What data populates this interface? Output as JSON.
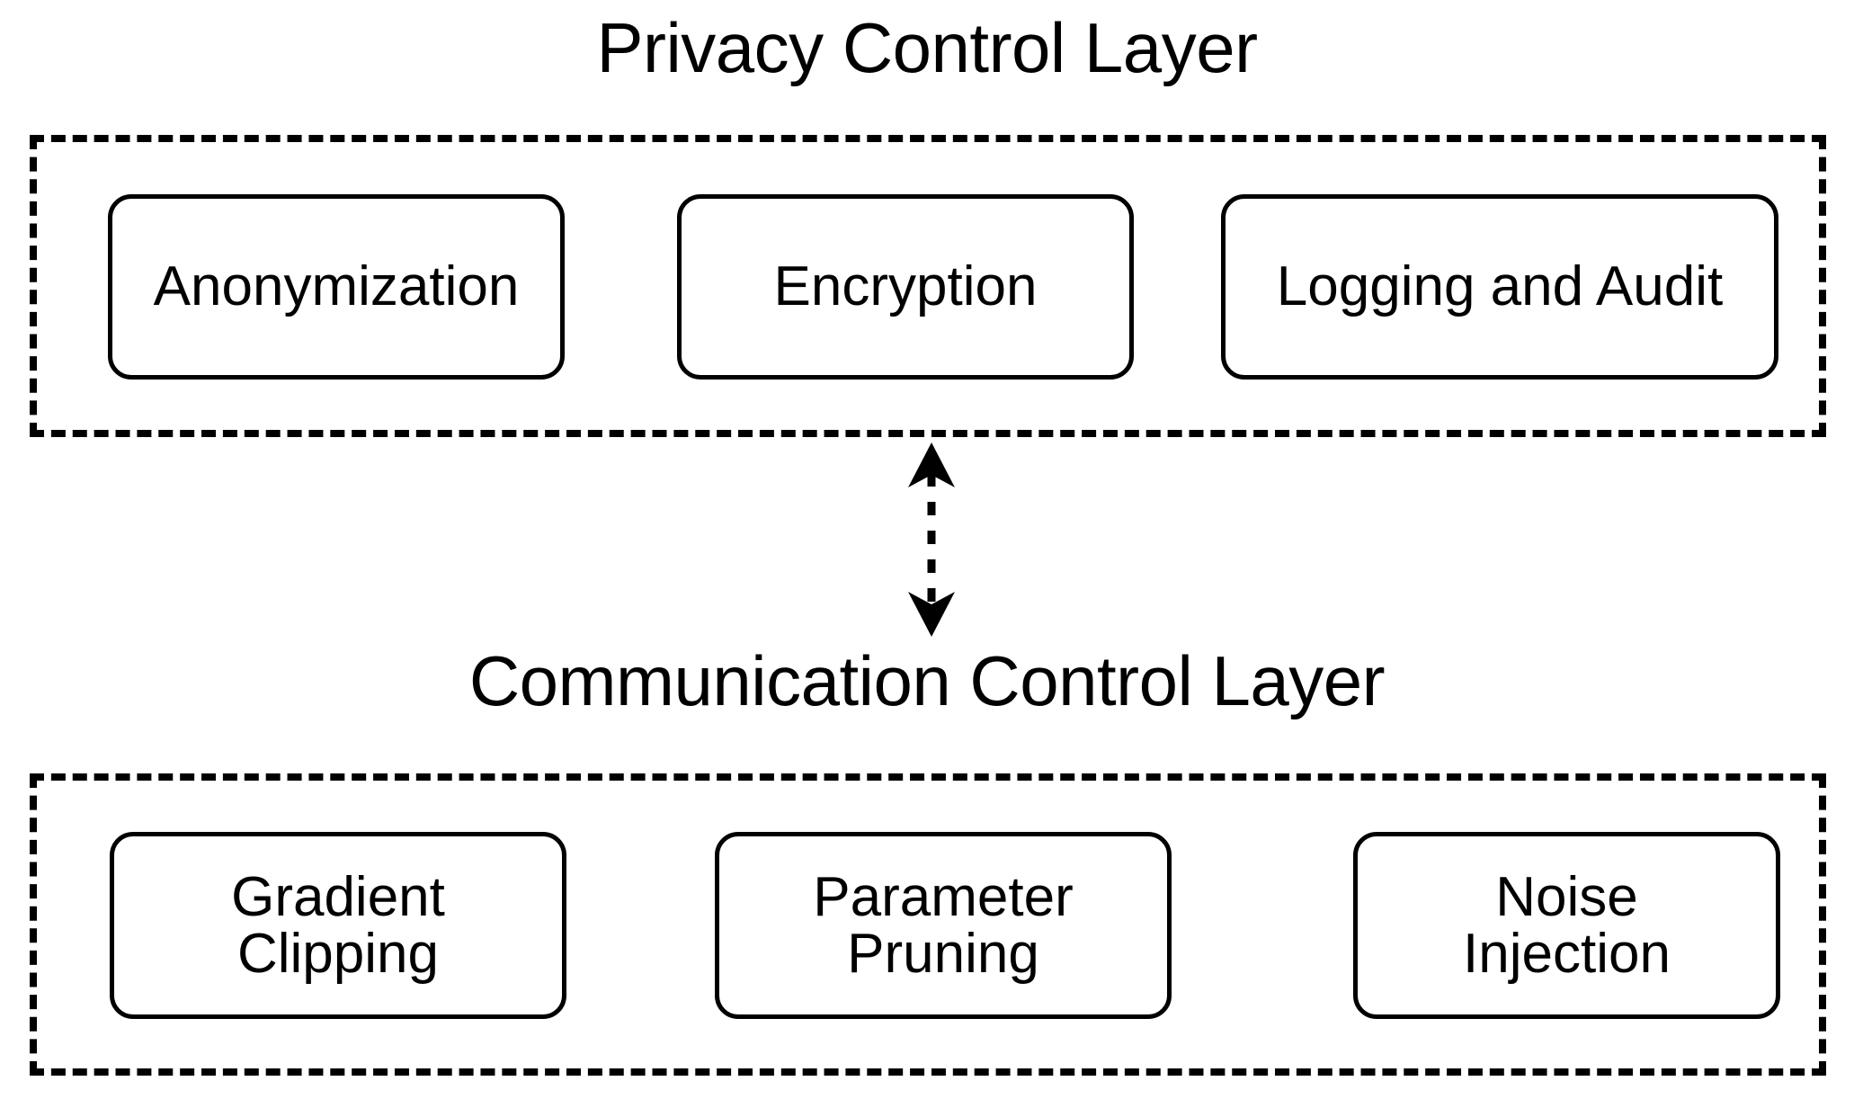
{
  "diagram": {
    "title_privacy": "Privacy Control Layer",
    "title_communication": "Communication Control Layer",
    "colors": {
      "background": "#ffffff",
      "stroke": "#000000",
      "text": "#000000"
    },
    "connector": {
      "name": "bidirectional-dashed-arrow",
      "style": "dashed",
      "arrowheads": "both"
    },
    "layers": [
      {
        "id": "privacy-control-layer",
        "title": "Privacy Control Layer",
        "border_style": "dashed",
        "nodes": [
          {
            "id": "anonymization",
            "label": "Anonymization",
            "lines": [
              "Anonymization"
            ]
          },
          {
            "id": "encryption",
            "label": "Encryption",
            "lines": [
              "Encryption"
            ]
          },
          {
            "id": "logging-and-audit",
            "label": "Logging and Audit",
            "lines": [
              "Logging and Audit"
            ]
          }
        ]
      },
      {
        "id": "communication-control-layer",
        "title": "Communication Control Layer",
        "border_style": "dashed",
        "nodes": [
          {
            "id": "gradient-clipping",
            "label": "Gradient Clipping",
            "lines": [
              "Gradient",
              "Clipping"
            ]
          },
          {
            "id": "parameter-pruning",
            "label": "Parameter Pruning",
            "lines": [
              "Parameter",
              "Pruning"
            ]
          },
          {
            "id": "noise-injection",
            "label": "Noise Injection",
            "lines": [
              "Noise",
              "Injection"
            ]
          }
        ]
      }
    ]
  }
}
